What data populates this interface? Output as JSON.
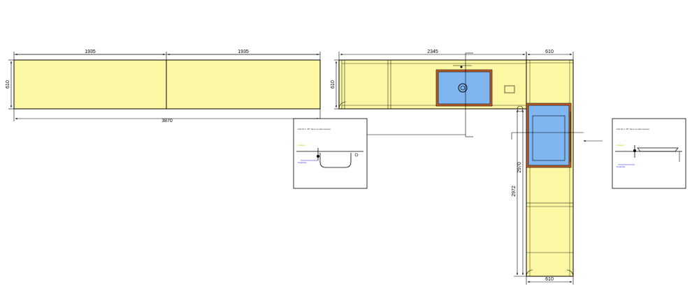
{
  "header": {
    "line1": "",
    "line2": "",
    "line3": ""
  },
  "colors": {
    "worktop_fill": "#fbf7a3",
    "sink_fill": "#7fb6f0",
    "sink_border": "#c0602a",
    "line": "#000000",
    "note_yellow": "#e0c800",
    "note_blue": "#1a1aff"
  },
  "dimensions": {
    "top_left_segment_1": "1935",
    "top_left_segment_2": "1935",
    "left_total": "3870",
    "left_depth": "610",
    "middle_length": "2345",
    "middle_depth": "610",
    "corner_width": "610",
    "right_inner_length": "2970",
    "right_outer_length": "2972",
    "right_bottom_width": "610"
  },
  "detail_left": {
    "title": "Schnitt 1: 35° Fase an allen Kanten",
    "note_yellow": "Abstand",
    "note_blue": "Unterbau"
  },
  "detail_right": {
    "title": "Schnitt 2: 35° Fase an allen Kanten",
    "note_yellow": "Abstand",
    "note_blue": "Unterbau"
  }
}
